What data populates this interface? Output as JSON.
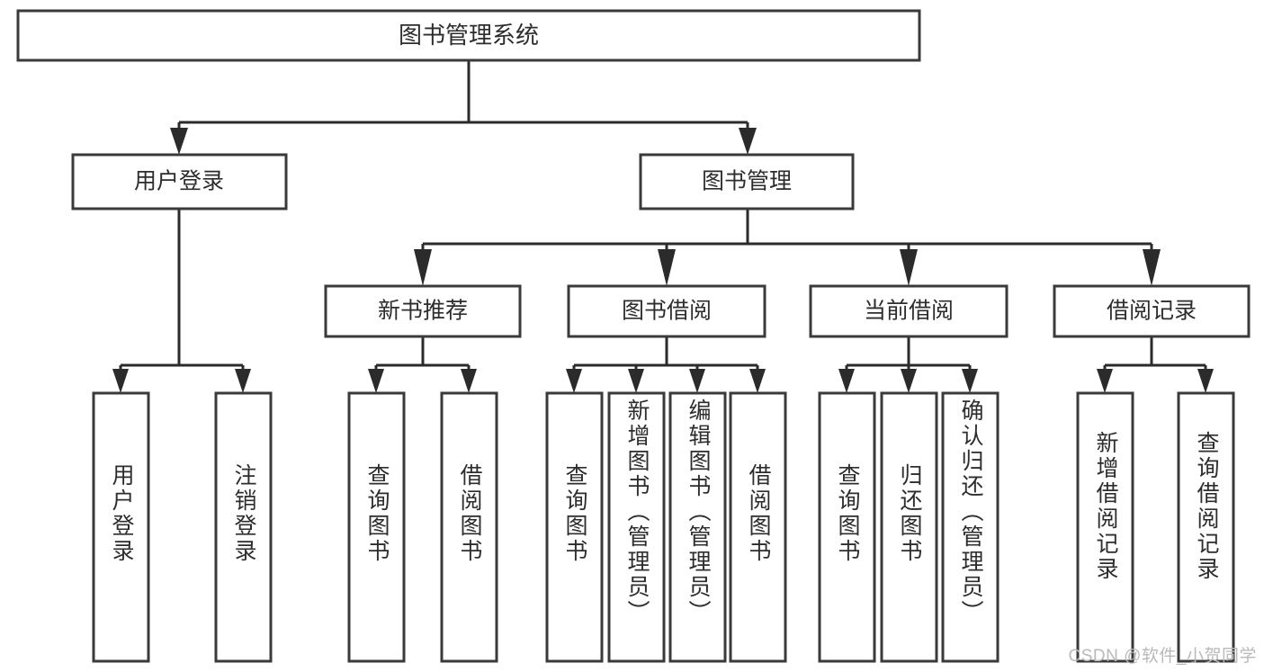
{
  "diagram": {
    "type": "hierarchy-tree",
    "title": "图书管理系统",
    "root": {
      "label": "图书管理系统"
    },
    "level2": [
      {
        "label": "用户登录"
      },
      {
        "label": "图书管理"
      }
    ],
    "level3": [
      {
        "label": "新书推荐",
        "parent": "图书管理"
      },
      {
        "label": "图书借阅",
        "parent": "图书管理"
      },
      {
        "label": "当前借阅",
        "parent": "图书管理"
      },
      {
        "label": "借阅记录",
        "parent": "图书管理"
      }
    ],
    "leaves": {
      "user_login": [
        {
          "label": "用户登录"
        },
        {
          "label": "注销登录"
        }
      ],
      "new_book": [
        {
          "label": "查询图书"
        },
        {
          "label": "借阅图书"
        }
      ],
      "book_borrow": [
        {
          "label": "查询图书"
        },
        {
          "label": "新增图书（管理员）"
        },
        {
          "label": "编辑图书（管理员）"
        },
        {
          "label": "借阅图书"
        }
      ],
      "current_borrow": [
        {
          "label": "查询图书"
        },
        {
          "label": "归还图书"
        },
        {
          "label": "确认归还（管理员）"
        }
      ],
      "borrow_record": [
        {
          "label": "新增借阅记录"
        },
        {
          "label": "查询借阅记录"
        }
      ]
    }
  },
  "watermark": {
    "text": "CSDN @软件_小贺同学"
  },
  "colors": {
    "box_stroke": "#3a3a3a",
    "line": "#2b2b2b",
    "text": "#2d2d2d",
    "background": "#ffffff",
    "watermark": "#b9b9b9"
  }
}
